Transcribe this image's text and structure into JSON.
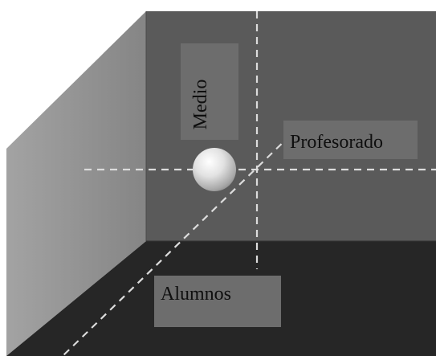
{
  "diagram": {
    "axes": {
      "vertical": "Medio",
      "depth": "Profesorado",
      "horizontal": "Alumnos"
    },
    "colors": {
      "back_wall": "#5a5a5a",
      "left_wall": "#8e8e8e",
      "left_wall_light": "#a8a8a8",
      "floor": "#262626",
      "label_box": "#6d6d6d",
      "guide_line": "#dcdcdc",
      "sphere": "#e6e6e6"
    }
  }
}
